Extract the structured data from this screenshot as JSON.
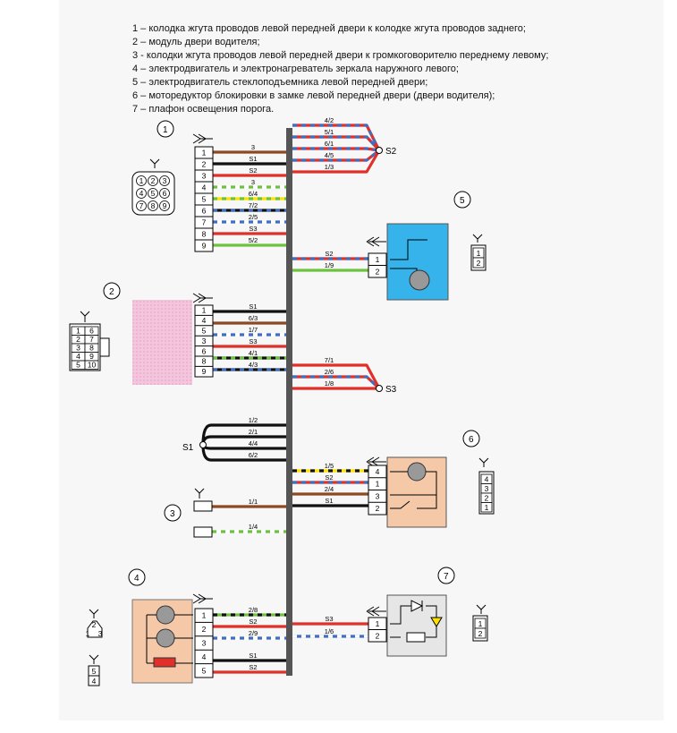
{
  "legend": [
    "1 – колодка жгута проводов левой передней двери к колодке жгута проводов заднего;",
    "2 – модуль двери водителя;",
    "3 - колодки жгута проводов левой передней двери к громкоговорителю переднему левому;",
    "4 – электродвигатель и электронагреватель зеркала наружного левого;",
    "5 – электродвигатель стеклоподъемника левой передней двери;",
    "6 – моторедуктор блокировки в замке левой передней двери (двери водителя);",
    "7 – плафон освещения порога."
  ],
  "components": {
    "c1": {
      "num": "1",
      "pins": [
        "1",
        "2",
        "3",
        "4",
        "5",
        "6",
        "7",
        "8",
        "9"
      ],
      "wires": [
        "3",
        "S1",
        "S2",
        "3",
        "6/4",
        "7/2",
        "2/5",
        "S3",
        "5/2"
      ],
      "face": [
        "1",
        "2",
        "3",
        "4",
        "5",
        "6",
        "7",
        "8",
        "9"
      ]
    },
    "c2": {
      "num": "2",
      "pins": [
        "1",
        "4",
        "5",
        "3",
        "6",
        "8",
        "9"
      ],
      "wires": [
        "S1",
        "6/3",
        "1/7",
        "S3",
        "4/1",
        "4/3"
      ],
      "face": [
        "1",
        "6",
        "2",
        "7",
        "3",
        "8",
        "4",
        "9",
        "5",
        "10"
      ]
    },
    "c3": {
      "num": "3",
      "wires": [
        "1/1",
        "1/4"
      ]
    },
    "c4": {
      "num": "4",
      "pins": [
        "1",
        "2",
        "3",
        "4",
        "5"
      ],
      "wires": [
        "2/8",
        "S2",
        "2/9",
        "S1",
        "S2"
      ],
      "face_a": [
        "2",
        "1",
        "3"
      ],
      "face_b": [
        "5",
        "4"
      ]
    },
    "c5": {
      "num": "5",
      "pins": [
        "1",
        "2"
      ],
      "wires": [
        "S2",
        "1/9"
      ],
      "face": [
        "1",
        "2"
      ]
    },
    "c6": {
      "num": "6",
      "pins": [
        "4",
        "1",
        "3",
        "2"
      ],
      "wires": [
        "1/5",
        "S2",
        "2/4",
        "S1"
      ],
      "face": [
        "4",
        "3",
        "2",
        "1"
      ]
    },
    "c7": {
      "num": "7",
      "pins": [
        "1",
        "2"
      ],
      "wires": [
        "S3",
        "1/6"
      ],
      "face": [
        "1",
        "2"
      ]
    }
  },
  "splices": {
    "S2": {
      "label": "S2",
      "wires": [
        "4/2",
        "5/1",
        "6/1",
        "4/5",
        "1/3"
      ]
    },
    "S3": {
      "label": "S3",
      "wires": [
        "7/1",
        "2/6",
        "1/8"
      ]
    },
    "S1": {
      "label": "S1",
      "wires": [
        "1/2",
        "2/1",
        "4/4",
        "6/2"
      ]
    }
  },
  "colors": {
    "brown": "#8b4a24",
    "black": "#111111",
    "red": "#e0302a",
    "green": "#6cc23f",
    "yellow": "#ffe100",
    "blue": "#3f6fc4",
    "white": "#ffffff",
    "harness": "#555555",
    "pink": "#f4c6dd",
    "tan": "#f5c9a8",
    "lightblue": "#36b3ea"
  }
}
